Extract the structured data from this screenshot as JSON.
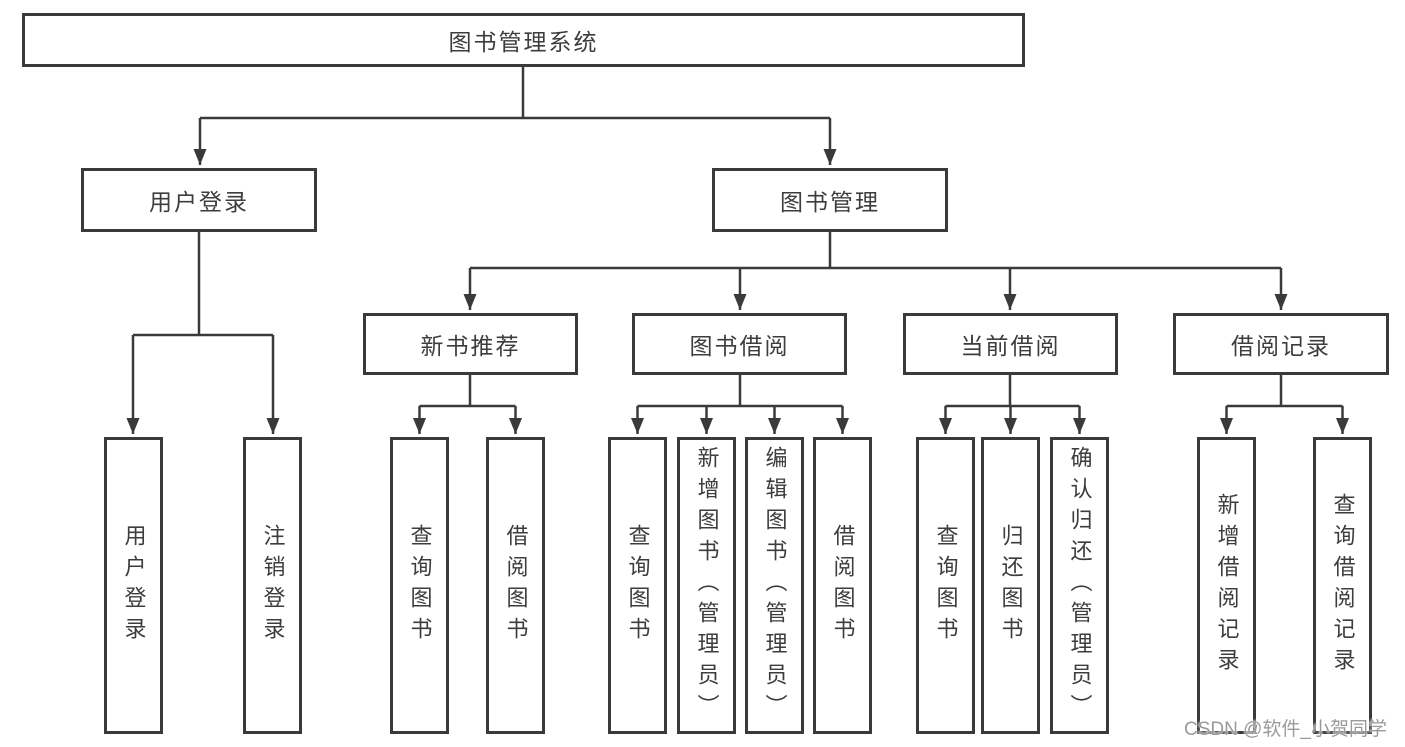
{
  "colors": {
    "line": "#3a3a3a",
    "box_border": "#3a3a3a",
    "box_bg": "#ffffff",
    "text": "#3d3d3d",
    "background": "#ffffff",
    "watermark": "#9a9a9a"
  },
  "watermark": {
    "text": "CSDN @软件_小贺同学"
  },
  "tree": {
    "label": "图书管理系统",
    "children": [
      {
        "label": "用户登录",
        "children": [
          {
            "label": "用户登录"
          },
          {
            "label": "注销登录"
          }
        ]
      },
      {
        "label": "图书管理",
        "children": [
          {
            "label": "新书推荐",
            "children": [
              {
                "label": "查询图书"
              },
              {
                "label": "借阅图书"
              }
            ]
          },
          {
            "label": "图书借阅",
            "children": [
              {
                "label": "查询图书"
              },
              {
                "label": "新增图书（管理员）"
              },
              {
                "label": "编辑图书（管理员）"
              },
              {
                "label": "借阅图书"
              }
            ]
          },
          {
            "label": "当前借阅",
            "children": [
              {
                "label": "查询图书"
              },
              {
                "label": "归还图书"
              },
              {
                "label": "确认归还（管理员）"
              }
            ]
          },
          {
            "label": "借阅记录",
            "children": [
              {
                "label": "新增借阅记录"
              },
              {
                "label": "查询借阅记录"
              }
            ]
          }
        ]
      }
    ]
  }
}
